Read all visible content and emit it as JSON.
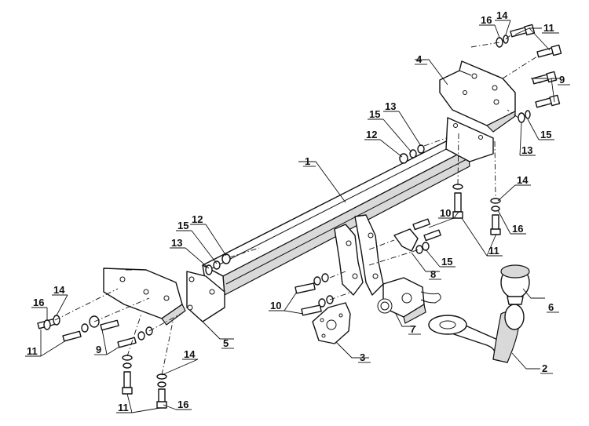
{
  "labels": {
    "l1": "1",
    "l2": "2",
    "l3": "3",
    "l4": "4",
    "l5": "5",
    "l6": "6",
    "l7": "7",
    "l8": "8",
    "l9a": "9",
    "l9b": "9",
    "l10a": "10",
    "l10b": "10",
    "l11a": "11",
    "l11b": "11",
    "l11c": "11",
    "l11d": "11",
    "l12a": "12",
    "l12b": "12",
    "l13a": "13",
    "l13b": "13",
    "l13c": "13",
    "l14a": "14",
    "l14b": "14",
    "l14c": "14",
    "l14d": "14",
    "l15a": "15",
    "l15b": "15",
    "l15c": "15",
    "l15d": "15",
    "l16a": "16",
    "l16b": "16",
    "l16c": "16",
    "l16d": "16"
  },
  "colors": {
    "line": "#111111",
    "shade": "#d9d9d9",
    "background": "#ffffff"
  }
}
